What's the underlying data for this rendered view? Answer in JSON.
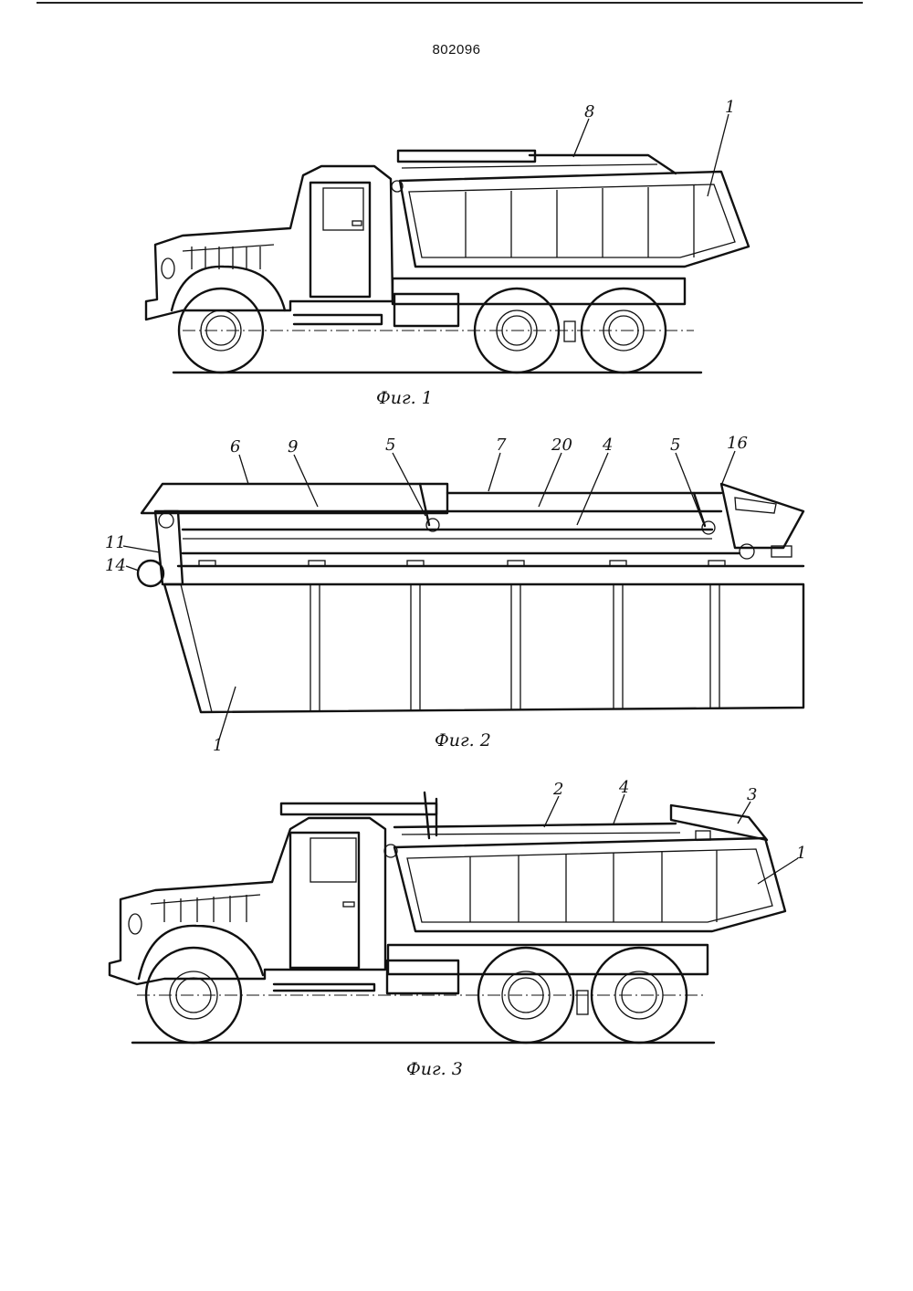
{
  "document": {
    "number": "802096"
  },
  "figures": [
    {
      "id": "fig1",
      "caption": "Фиг. 1",
      "labels": [
        "8",
        "1"
      ]
    },
    {
      "id": "fig2",
      "caption": "Фиг. 2",
      "labels": [
        "6",
        "9",
        "5",
        "7",
        "20",
        "4",
        "5",
        "16",
        "11",
        "14",
        "1"
      ]
    },
    {
      "id": "fig3",
      "caption": "Фиг. 3",
      "labels": [
        "2",
        "4",
        "3",
        "1"
      ]
    }
  ]
}
